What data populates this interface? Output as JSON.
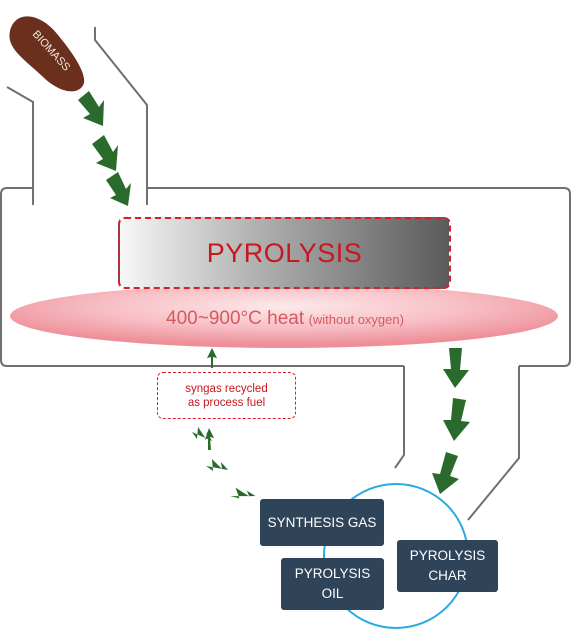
{
  "diagram": {
    "biomass_label": "BIOMASS",
    "process_label": "PYROLYSIS",
    "heat_label": "400~900°C heat",
    "heat_note": "(without oxygen)",
    "recycle_note": {
      "line1": "syngas recycled",
      "line2": "as process fuel"
    },
    "products": {
      "synthesis_gas": "SYNTHESIS GAS",
      "pyrolysis_oil": {
        "line1": "PYROLYSIS",
        "line2": "OIL"
      },
      "pyrolysis_char": {
        "line1": "PYROLYSIS",
        "line2": "CHAR"
      }
    }
  },
  "colors": {
    "arrow_green": "#2a6a2c",
    "reactor_outline": "#707070",
    "process_border_red": "#d81f26",
    "heat_glow": "#f4a6ae",
    "product_box": "#2f4459",
    "product_circle": "#29abe2",
    "biomass_brown": "#6b2f1e"
  }
}
